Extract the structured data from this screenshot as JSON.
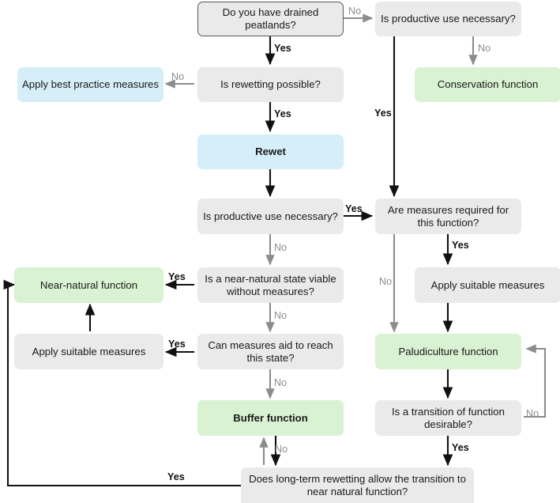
{
  "diagram": {
    "title": "Peatland management decision flowchart",
    "colors": {
      "decision_fill": "#eaeaea",
      "function_fill": "#d9f2d1",
      "action_fill": "#d5eef7",
      "yes_edge": "#111111",
      "no_edge": "#8c8c8c",
      "start_border": "#595959"
    },
    "nodes": [
      {
        "id": "start",
        "label": "Do you have drained peatlands?",
        "type": "start",
        "fill": "gray"
      },
      {
        "id": "prod_use_1",
        "label": "Is productive use necessary?",
        "type": "decision",
        "fill": "gray"
      },
      {
        "id": "best_practice",
        "label": "Apply best practice measures",
        "type": "action",
        "fill": "blue"
      },
      {
        "id": "rewet_poss",
        "label": "Is rewetting possible?",
        "type": "decision",
        "fill": "gray"
      },
      {
        "id": "conservation",
        "label": "Conservation function",
        "type": "function",
        "fill": "green"
      },
      {
        "id": "rewet",
        "label": "Rewet",
        "type": "action",
        "fill": "blue"
      },
      {
        "id": "prod_use_2",
        "label": "Is productive use necessary?",
        "type": "decision",
        "fill": "gray"
      },
      {
        "id": "meas_req",
        "label": "Are measures required for this function?",
        "type": "decision",
        "fill": "gray"
      },
      {
        "id": "near_natural",
        "label": "Near-natural function",
        "type": "function",
        "fill": "green"
      },
      {
        "id": "nn_viable",
        "label": "Is a near-natural state viable without measures?",
        "type": "decision",
        "fill": "gray"
      },
      {
        "id": "apply_meas_r",
        "label": "Apply suitable measures",
        "type": "action",
        "fill": "gray"
      },
      {
        "id": "apply_meas_l",
        "label": "Apply suitable measures",
        "type": "action",
        "fill": "gray"
      },
      {
        "id": "meas_aid",
        "label": "Can measures aid to reach this state?",
        "type": "decision",
        "fill": "gray"
      },
      {
        "id": "paludiculture",
        "label": "Paludiculture function",
        "type": "function",
        "fill": "green"
      },
      {
        "id": "buffer",
        "label": "Buffer function",
        "type": "function",
        "fill": "green"
      },
      {
        "id": "transition",
        "label": "Is a transition of function desirable?",
        "type": "decision",
        "fill": "gray"
      },
      {
        "id": "long_term",
        "label": "Does long-term rewetting allow the transition to near natural function?",
        "type": "decision",
        "fill": "gray"
      }
    ],
    "edge_labels": {
      "start_no": "No",
      "start_yes": "Yes",
      "prod_use_1_no": "No",
      "prod_use_1_yes": "Yes",
      "rewet_poss_no": "No",
      "rewet_poss_yes": "Yes",
      "prod_use_2_yes": "Yes",
      "prod_use_2_no": "No",
      "meas_req_yes": "Yes",
      "meas_req_no": "No",
      "nn_viable_yes": "Yes",
      "nn_viable_no": "No",
      "meas_aid_yes": "Yes",
      "meas_aid_no": "No",
      "transition_no": "No",
      "transition_yes": "Yes",
      "long_term_no": "No",
      "long_term_yes": "Yes"
    }
  }
}
